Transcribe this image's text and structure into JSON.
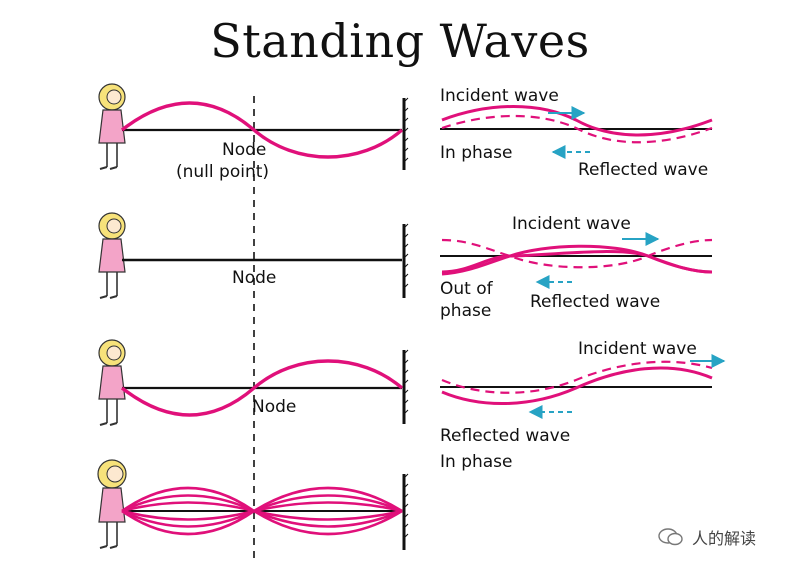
{
  "title": "Standing Waves",
  "labels": {
    "node_1": "Node",
    "null_point": "(null point)",
    "node_2": "Node",
    "node_3": "Node",
    "incident_1": "Incident wave",
    "in_phase_1": "In phase",
    "reflected_1": "Reflected wave",
    "incident_2": "Incident wave",
    "out_of": "Out of",
    "phase": "phase",
    "reflected_2": "Reflected wave",
    "incident_3": "Incident wave",
    "reflected_3": "Reflected wave",
    "in_phase_3": "In phase"
  },
  "watermark": "人的解读",
  "colors": {
    "wave": "#e0107a",
    "arrow": "#27a3c4",
    "line": "#111111",
    "girl_dress": "#f3a4c8",
    "girl_hair": "#f7e27a"
  }
}
